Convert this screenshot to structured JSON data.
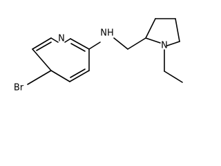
{
  "molecule": {
    "atom_labels": {
      "bromine": "Br",
      "pyridine_nitrogen": "N",
      "amine_nitrogen": "NH",
      "pyrrolidine_nitrogen": "N"
    }
  }
}
